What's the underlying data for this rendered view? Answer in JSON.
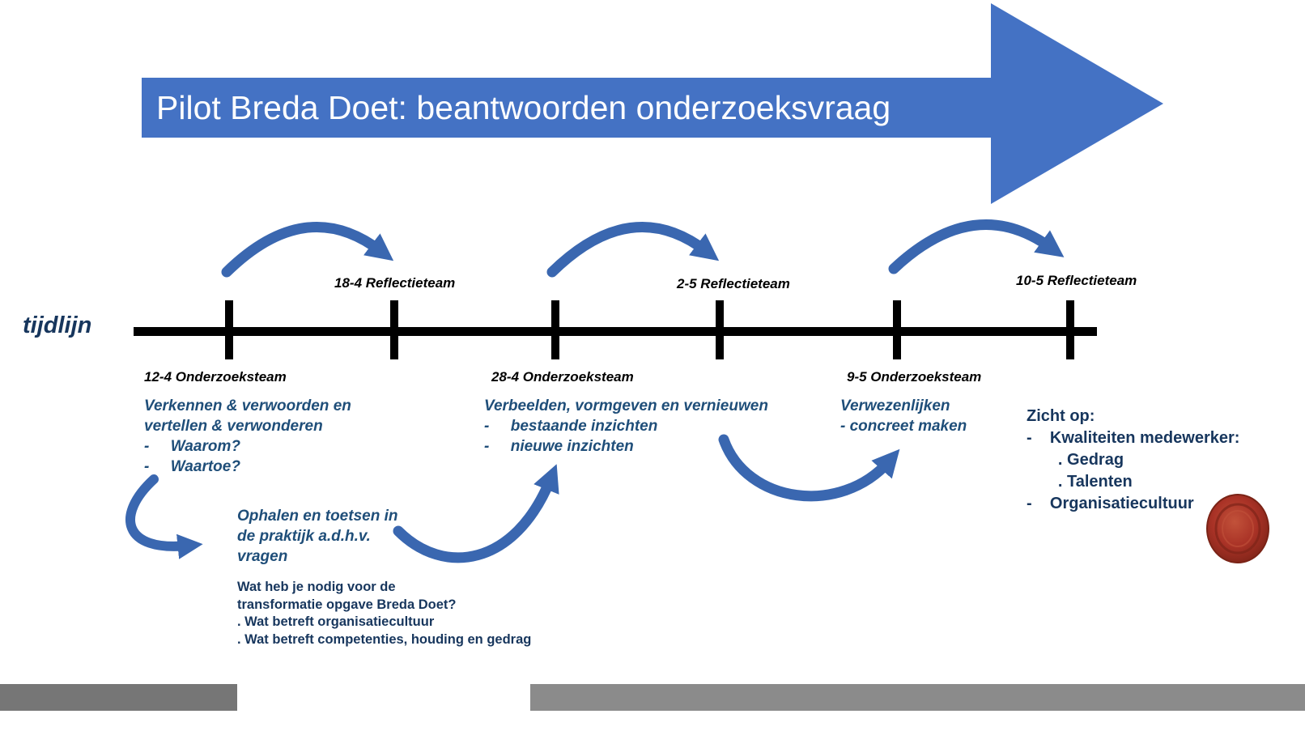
{
  "banner": {
    "title": "Pilot Breda Doet: beantwoorden onderzoeksvraag"
  },
  "timeline": {
    "axis_label": "tijdlijn",
    "reflectie": [
      "18-4 Reflectieteam",
      "2-5 Reflectieteam",
      "10-5 Reflectieteam"
    ],
    "onderzoek": [
      "12-4 Onderzoeksteam",
      "28-4 Onderzoeksteam",
      "9-5 Onderzoeksteam"
    ]
  },
  "blocks": {
    "phase1": "Verkennen & verwoorden en\nvertellen & verwonderen\n-     Waarom?\n-     Waartoe?",
    "phase2": "Verbeelden, vormgeven en vernieuwen\n-     bestaande inzichten\n-     nieuwe inzichten",
    "phase3": "Verwezenlijken\n- concreet maken",
    "zicht": "Zicht op:\n-    Kwaliteiten medewerker:\n       . Gedrag\n       . Talenten\n-    Organisatiecultuur",
    "ophalen": "Ophalen en toetsen in\nde praktijk a.d.h.v.\nvragen",
    "vragen": "Wat heb je nodig voor de\ntransformatie opgave Breda Doet?\n. Wat betreft organisatiecultuur\n. Wat betreft competenties, houding en gedrag"
  },
  "icons": {
    "wax_seal": "wax-seal"
  },
  "colors": {
    "banner_blue": "#4472C4",
    "arrow_blue": "#3A67B0",
    "timeline_black": "#000000",
    "text_blue": "#1F4E79",
    "text_navy": "#17365D",
    "seal_red": "#A93226",
    "footer_gray_left": "#767676",
    "footer_gray_right": "#8B8B8B"
  }
}
